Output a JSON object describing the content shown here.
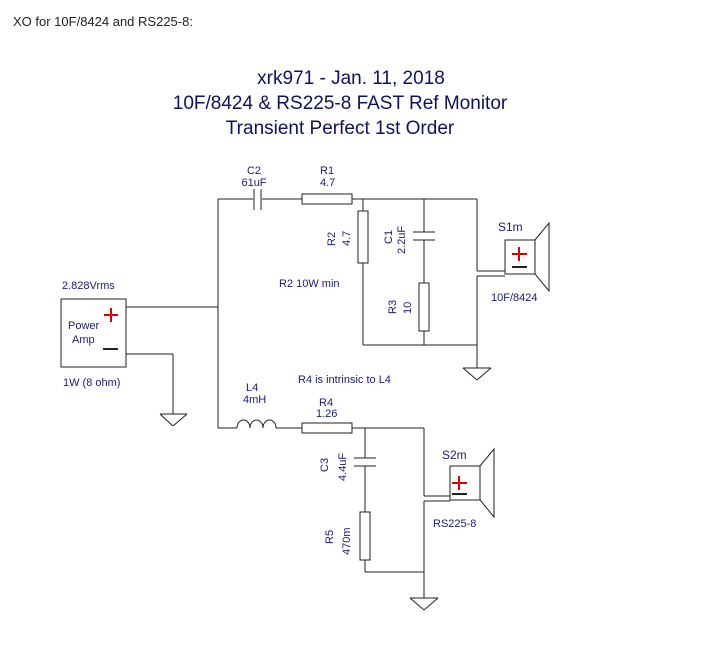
{
  "page_caption": "XO for 10F/8424 and RS225-8:",
  "schematic": {
    "title_line1": "xrk971  -  Jan. 11, 2018",
    "title_line2": "10F/8424 & RS225-8 FAST Ref Monitor",
    "title_line3": "Transient Perfect 1st Order",
    "source": {
      "voltage": "2.828Vrms",
      "name_line1": "Power",
      "name_line2": "Amp",
      "plus": "+",
      "minus": "—",
      "power": "1W (8 ohm)"
    },
    "tweeter_branch": {
      "c2_name": "C2",
      "c2_value": "61uF",
      "r1_name": "R1",
      "r1_value": "4.7",
      "r2_name": "R2",
      "r2_value": "4.7",
      "c1_name": "C1",
      "c1_value": "2.2uF",
      "r3_name": "R3",
      "r3_value": "10",
      "note": "R2 10W min",
      "speaker_name": "S1m",
      "speaker_model": "10F/8424"
    },
    "woofer_branch": {
      "l4_name": "L4",
      "l4_value": "4mH",
      "r4_name": "R4",
      "r4_value": "1.26",
      "note": "R4 is intrinsic to L4",
      "c3_name": "C3",
      "c3_value": "4.4uF",
      "r5_name": "R5",
      "r5_value": "470m",
      "speaker_name": "S2m",
      "speaker_model": "RS225-8"
    },
    "colors": {
      "ink": "#222222",
      "label": "#1a1a7a",
      "title": "#101060",
      "polarity": "#dd0000"
    }
  }
}
